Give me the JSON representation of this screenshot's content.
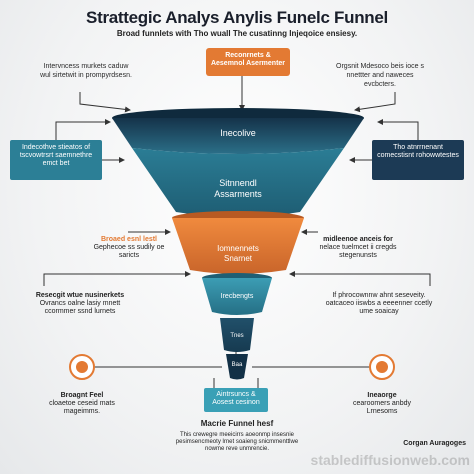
{
  "title": "Strattegic Analys Anylis Funelc Funnel",
  "subtitle": "Broad funnlets with Tho wuall The cusatinng Injeqoice ensiesy.",
  "top_box": "Reconrnets & Aesemnol Asermenter",
  "left_top_note": "Intervncess murkets caduw wul sirtetwit in prompyrdsesn.",
  "right_top_note": "Orgsnit Mdesoco beis ioce s nnettter and naweces evcbcters.",
  "left_box": "Indecothve stieatos of tscvowtrsrt saemnethre emct bet",
  "right_box": "Tho atnrrnenant comecstisnt rohowwtestes",
  "funnel": {
    "layer1": "Inecolive",
    "layer2_line1": "Sitnnendl",
    "layer2_line2": "Assarments",
    "layer3_line1": "Iomnennets",
    "layer3_line2": "Snarnet",
    "layer4": "Irecbengts",
    "layer5": "Tnes",
    "layer6": "Baa"
  },
  "left_mid_label": "Broaed esnl lestl",
  "left_mid_note": "Gephecoe ss sudily oe saricts",
  "right_mid_label": "midleenoe anceis for",
  "right_mid_note": "nelace tuelmcet ii cregds stegenunsts",
  "left_low_label": "Resecgit wtue nusinerkets",
  "left_low_note": "Ovrancs oalne lasiy mnett ccormmer ssnd lurnets",
  "right_low_note": "If phrocownnw ahnt seseveity. oatcaceo iiswbs a eeeenner ccetly ume soaicay",
  "left_circle_label": "Broagnt Feel",
  "left_circle_note": "cloaetoe ceseid mats mageimms.",
  "right_circle_label": "Ineaorge",
  "right_circle_note": "cearoomers anbdy Lrnesoms",
  "bottom_box": "Aintrsuncs & Aosest cesinon",
  "bottom_title": "Macrie Funnel hesf",
  "bottom_note": "This crewegre meeicirrs aoeonmp insesnie pesimsencmeoty lrnet soaieng snicmmenttlwe nowme reve unmrencie.",
  "corner_label": "Corgan Auragoges",
  "watermark": "stablediffusionweb.com",
  "colors": {
    "teal": "#2c7f96",
    "dark_teal": "#1f5f74",
    "orange": "#e37a33",
    "navy": "#1c3a55",
    "light_teal": "#3aa0b6"
  }
}
